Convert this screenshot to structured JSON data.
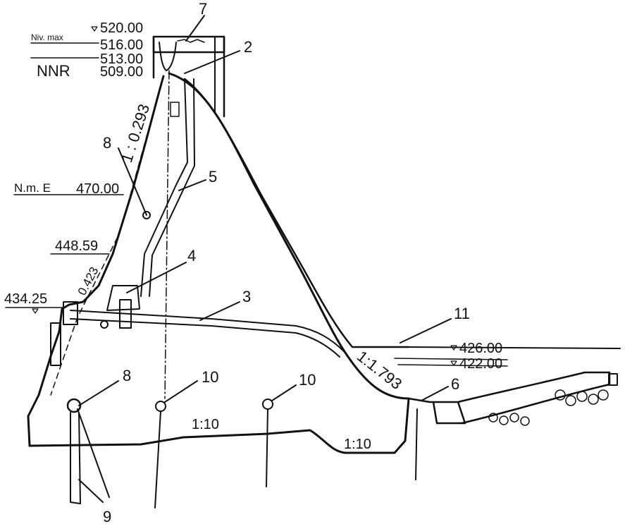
{
  "elevations": {
    "crest": "520.00",
    "max_level": "516.00",
    "level_513": "513.00",
    "normal_level": "509.00",
    "min_level": "470.00",
    "level_448": "448.59",
    "level_434": "434.25",
    "downstream_high": "426.00",
    "downstream_low": "422.00"
  },
  "level_labels": {
    "max": "Niv. max",
    "normal": "NNR",
    "min": "N.m. E"
  },
  "slopes": {
    "upstream_top": "1 : 0.293",
    "upstream_lower": "0.423",
    "downstream": "1:1.793",
    "foundation_left": "1:10",
    "foundation_right": "1:10"
  },
  "callouts": [
    "7",
    "2",
    "8",
    "5",
    "4",
    "3",
    "8",
    "11",
    "10",
    "10",
    "6",
    "9"
  ],
  "colors": {
    "ink": "#111111",
    "paper": "#ffffff"
  }
}
